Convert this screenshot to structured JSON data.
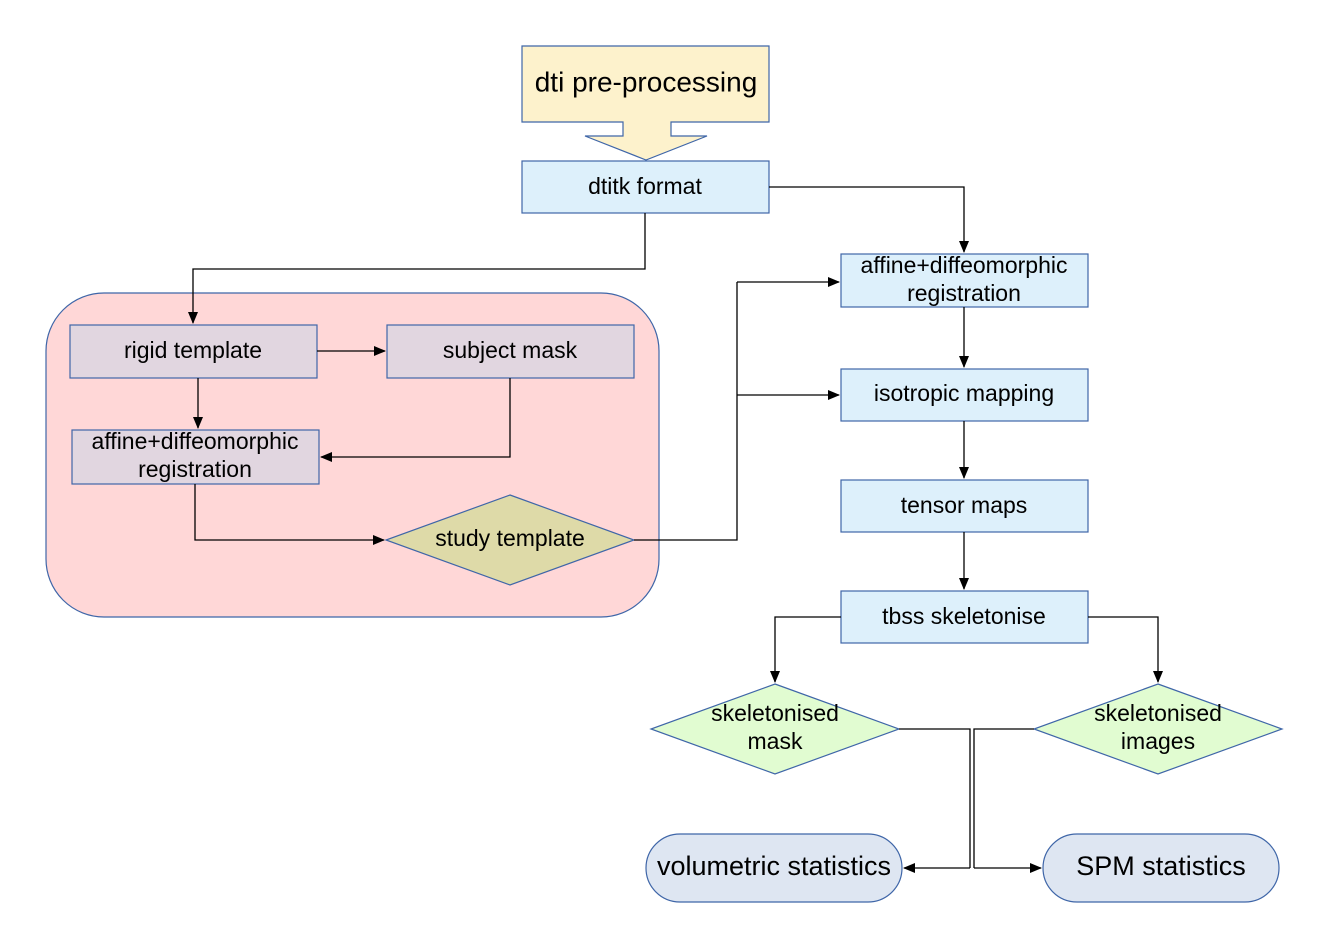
{
  "nodes": {
    "dti_preprocessing": "dti pre-processing",
    "dtitk_format": "dtitk format",
    "rigid_template": "rigid template",
    "subject_mask": "subject mask",
    "left_registration_line1": "affine+diffeomorphic",
    "left_registration_line2": "registration",
    "study_template": "study template",
    "right_registration_line1": "affine+diffeomorphic",
    "right_registration_line2": "registration",
    "isotropic_mapping": "isotropic mapping",
    "tensor_maps": "tensor maps",
    "tbss_skeletonise": "tbss skeletonise",
    "skeletonised_mask_line1": "skeletonised",
    "skeletonised_mask_line2": "mask",
    "skeletonised_images_line1": "skeletonised",
    "skeletonised_images_line2": "images",
    "volumetric_statistics": "volumetric statistics",
    "spm_statistics": "SPM statistics"
  },
  "colors": {
    "preprocessing_fill": "#fdf2cc",
    "process_fill": "#ddf0fb",
    "template_group_fill": "#ffd7d7",
    "template_step_fill": "#e1d6e0",
    "decision_olive_fill": "#dedaa8",
    "decision_green_fill": "#e1fcd1",
    "terminal_fill": "#dee6f2",
    "outline": "#3f66a8",
    "connector": "#000000"
  }
}
